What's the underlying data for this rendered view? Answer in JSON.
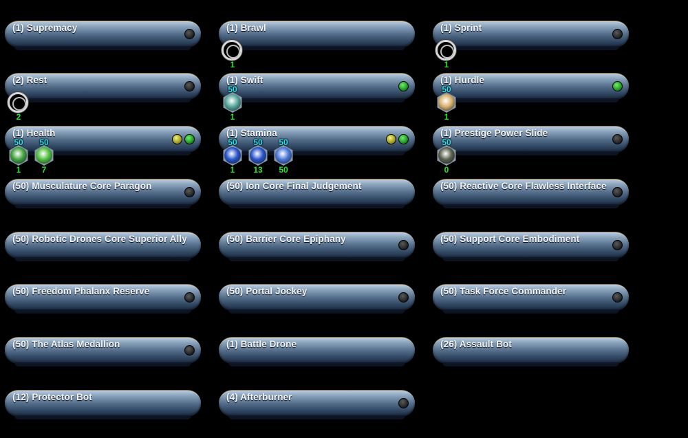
{
  "powers": [
    {
      "label": "(1) Supremacy",
      "dots": [
        "gray"
      ],
      "slots": []
    },
    {
      "label": "(1) Brawl",
      "dots": [],
      "slots": [
        {
          "icon": "empty-slot-ring",
          "level": "",
          "count": "1"
        }
      ]
    },
    {
      "label": "(1) Sprint",
      "dots": [
        "gray"
      ],
      "slots": [
        {
          "icon": "empty-slot-ring",
          "level": "",
          "count": "1"
        }
      ]
    },
    {
      "label": "(2) Rest",
      "dots": [
        "gray"
      ],
      "slots": [
        {
          "icon": "empty-slot-ring",
          "level": "",
          "count": "2"
        }
      ]
    },
    {
      "label": "(1) Swift",
      "dots": [
        "green"
      ],
      "slots": [
        {
          "icon": "run-speed-enhancement",
          "level": "50",
          "count": "1",
          "color": "#57a89b"
        }
      ]
    },
    {
      "label": "(1) Hurdle",
      "dots": [
        "green"
      ],
      "slots": [
        {
          "icon": "jump-enhancement",
          "level": "50",
          "count": "1",
          "color": "#d9b06a"
        }
      ]
    },
    {
      "label": "(1) Health",
      "dots": [
        "yellow",
        "green"
      ],
      "slots": [
        {
          "icon": "heal-enhancement",
          "level": "50",
          "count": "1",
          "color": "#3fa33a"
        },
        {
          "icon": "regen-enhancement",
          "level": "50",
          "count": "7",
          "color": "#4fbf3c"
        }
      ]
    },
    {
      "label": "(1) Stamina",
      "dots": [
        "yellow",
        "green"
      ],
      "slots": [
        {
          "icon": "endurance-enhancement",
          "level": "50",
          "count": "1",
          "color": "#2753c9"
        },
        {
          "icon": "endurance-enhancement",
          "level": "50",
          "count": "13",
          "color": "#2753c9"
        },
        {
          "icon": "performance-shifter-enhancement",
          "level": "50",
          "count": "50",
          "color": "#4a76d8"
        }
      ]
    },
    {
      "label": "(1) Prestige Power Slide",
      "dots": [
        "gray"
      ],
      "slots": [
        {
          "icon": "prestige-enhancement",
          "level": "50",
          "count": "0",
          "color": "#59604a"
        }
      ]
    },
    {
      "label": "(50) Musculature Core Paragon",
      "dots": [
        "gray"
      ],
      "slots": []
    },
    {
      "label": "(50) Ion Core Final Judgement",
      "dots": [],
      "slots": []
    },
    {
      "label": "(50) Reactive Core Flawless Interface",
      "dots": [
        "gray"
      ],
      "slots": []
    },
    {
      "label": "(50) Robotic Drones Core Superior Ally",
      "dots": [],
      "slots": []
    },
    {
      "label": "(50) Barrier Core Epiphany",
      "dots": [
        "gray"
      ],
      "slots": []
    },
    {
      "label": "(50) Support Core Embodiment",
      "dots": [
        "gray"
      ],
      "slots": []
    },
    {
      "label": "(50) Freedom Phalanx Reserve",
      "dots": [
        "gray"
      ],
      "slots": []
    },
    {
      "label": "(50) Portal Jockey",
      "dots": [
        "gray"
      ],
      "slots": []
    },
    {
      "label": "(50) Task Force Commander",
      "dots": [
        "gray"
      ],
      "slots": []
    },
    {
      "label": "(50) The Atlas Medallion",
      "dots": [
        "gray"
      ],
      "slots": []
    },
    {
      "label": "(1) Battle Drone",
      "dots": [],
      "slots": []
    },
    {
      "label": "(26) Assault Bot",
      "dots": [],
      "slots": []
    },
    {
      "label": "(12) Protector Bot",
      "dots": [],
      "slots": []
    },
    {
      "label": "(4) Afterburner",
      "dots": [
        "gray"
      ],
      "slots": []
    }
  ]
}
